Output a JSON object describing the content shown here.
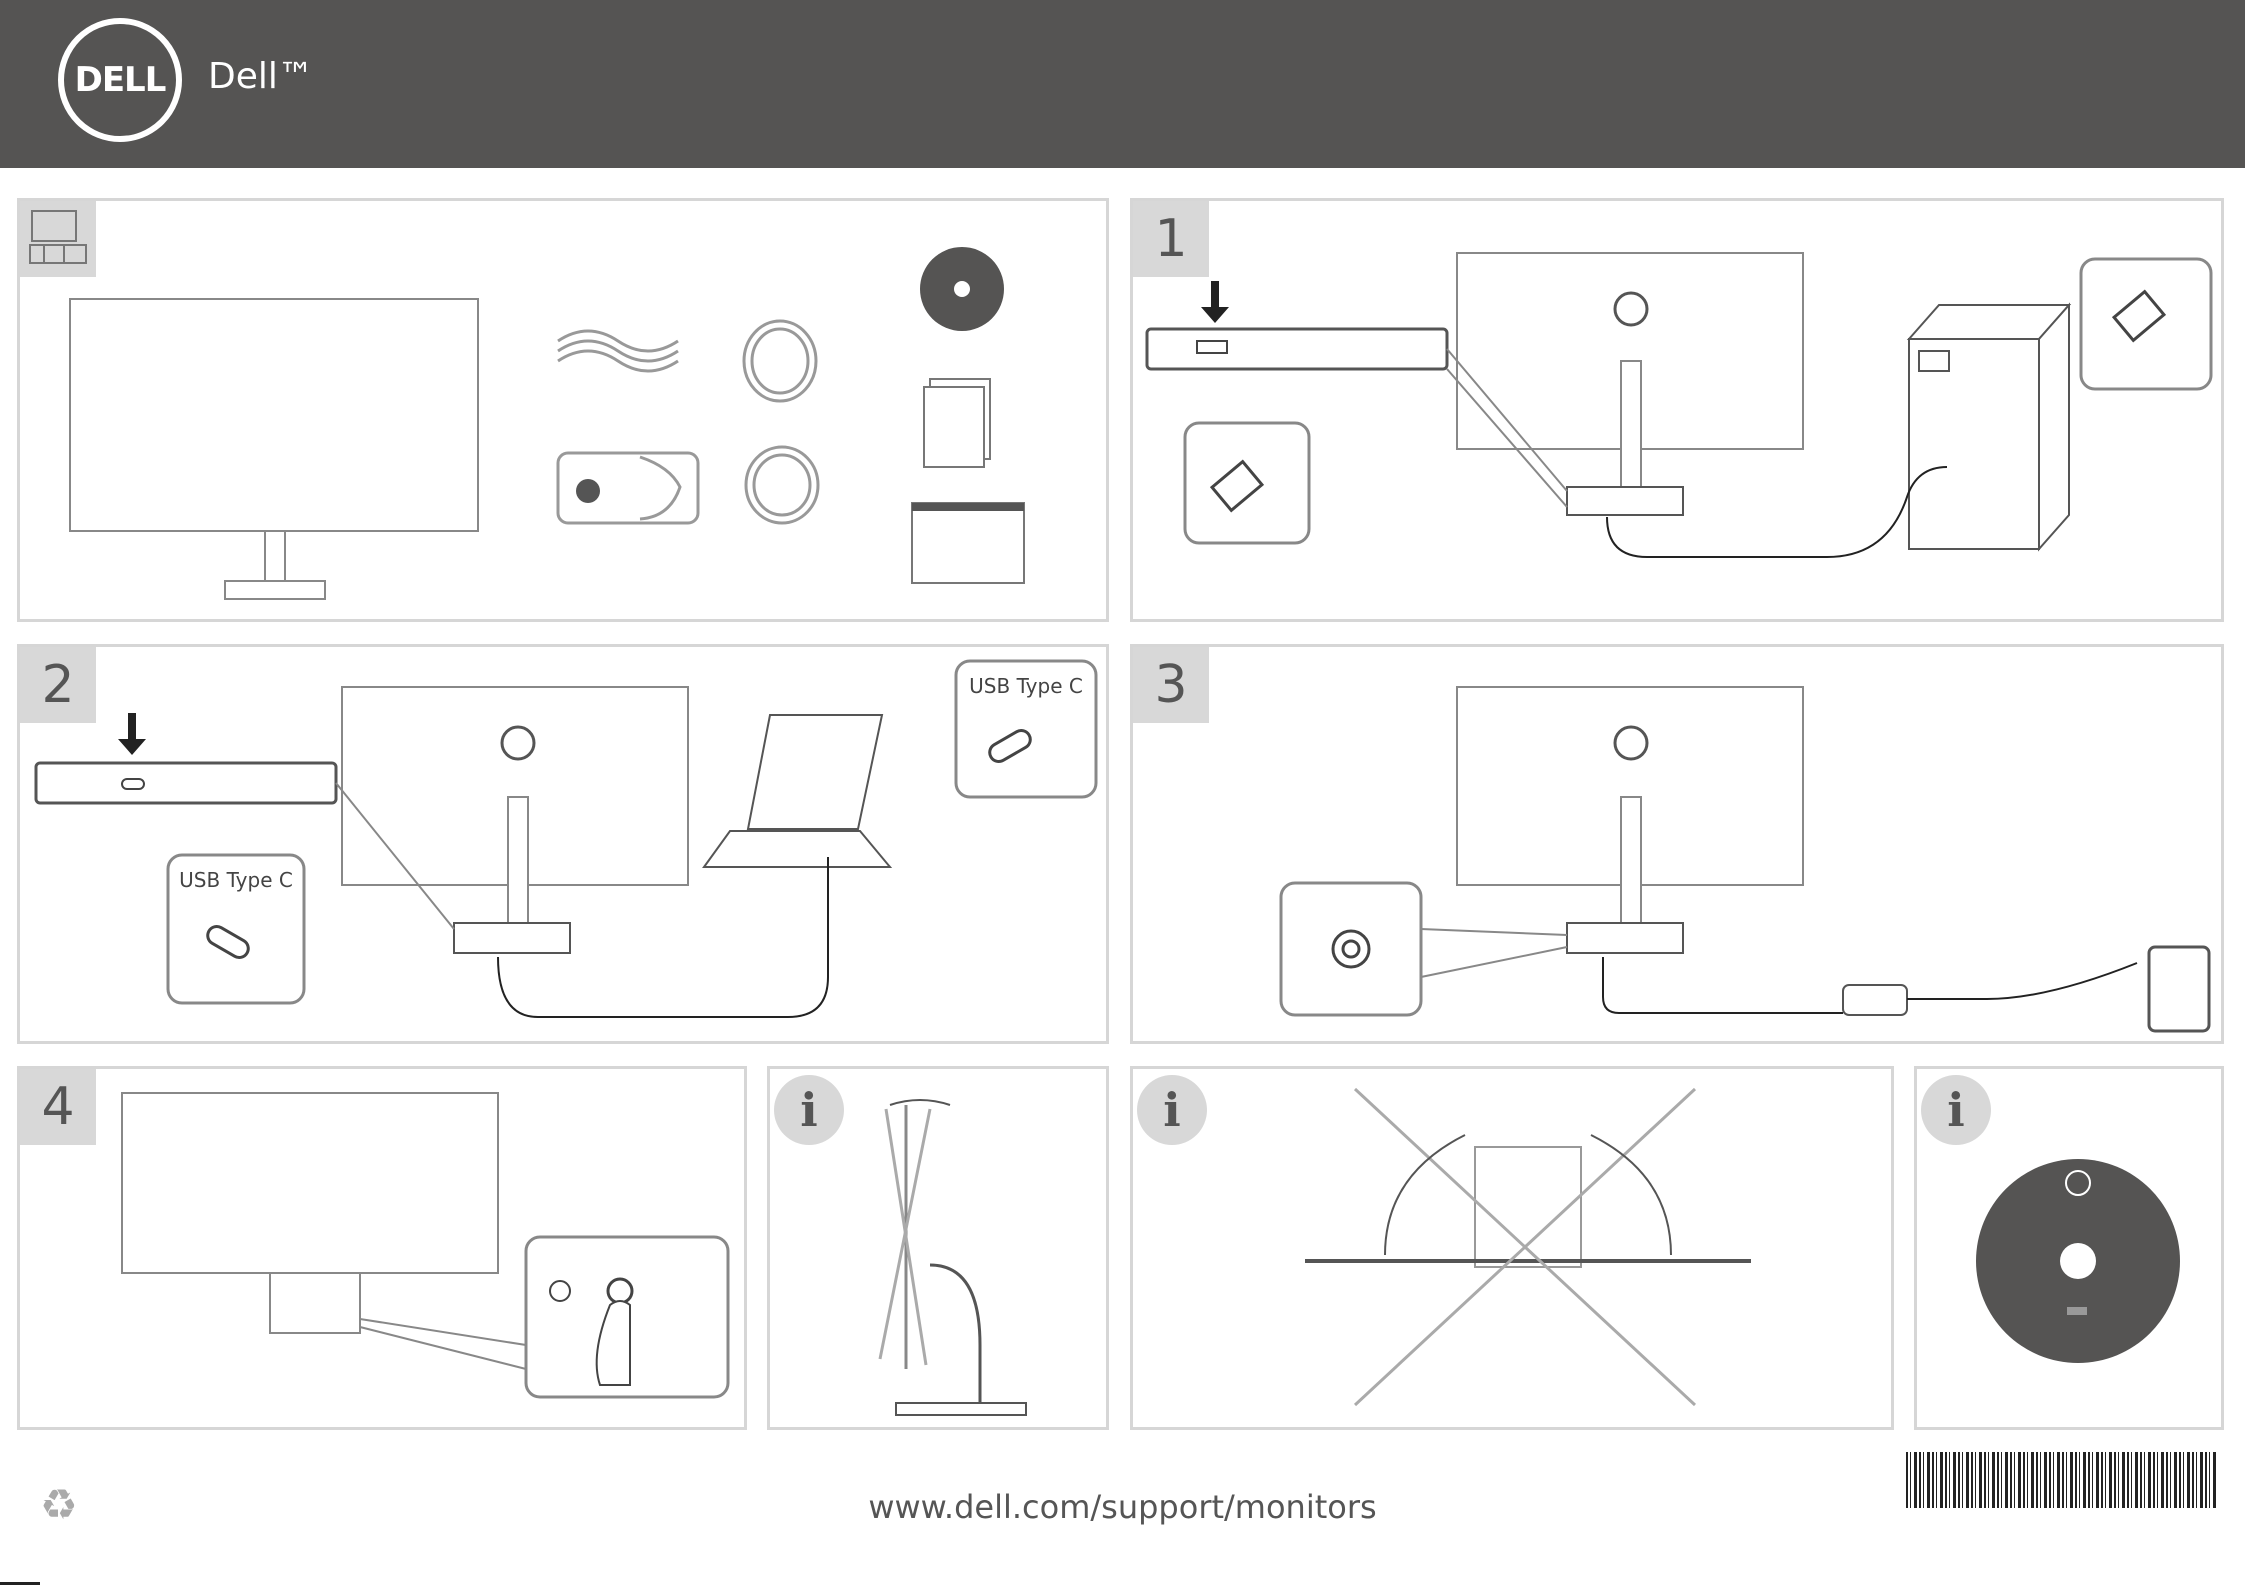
{
  "header": {
    "logo_text": "DELL",
    "brand_name": "Dell™"
  },
  "panels": {
    "box_contents": {
      "step_icon": "box-icon"
    },
    "step1": {
      "number": "1"
    },
    "step2": {
      "number": "2",
      "label_port": "USB Type C",
      "label_laptop": "USB Type C"
    },
    "step3": {
      "number": "3"
    },
    "step4": {
      "number": "4"
    },
    "info_tilt": {
      "icon": "i"
    },
    "info_swivel": {
      "icon": "i"
    },
    "info_disc": {
      "icon": "i"
    }
  },
  "footer": {
    "url": "www.dell.com/support/monitors",
    "recycle_icon": "♻"
  }
}
